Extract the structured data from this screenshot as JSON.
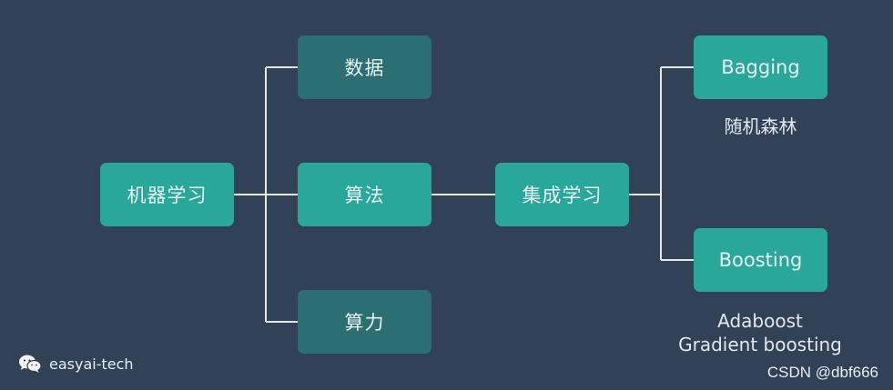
{
  "colors": {
    "background": "#324256",
    "node_bright": "#2aa79b",
    "node_dim": "#2b6f72",
    "connector": "#e6e8ea",
    "text": "#e9f3f2"
  },
  "nodes": {
    "machine_learning": "机器学习",
    "data": "数据",
    "algorithm": "算法",
    "compute": "算力",
    "ensemble": "集成学习",
    "bagging": "Bagging",
    "boosting": "Boosting"
  },
  "captions": {
    "bagging_example": "随机森林",
    "boosting_example_1": "Adaboost",
    "boosting_example_2": "Gradient boosting"
  },
  "watermark": {
    "icon": "wechat-icon",
    "text": "easyai-tech"
  },
  "credit": "CSDN @dbf666"
}
